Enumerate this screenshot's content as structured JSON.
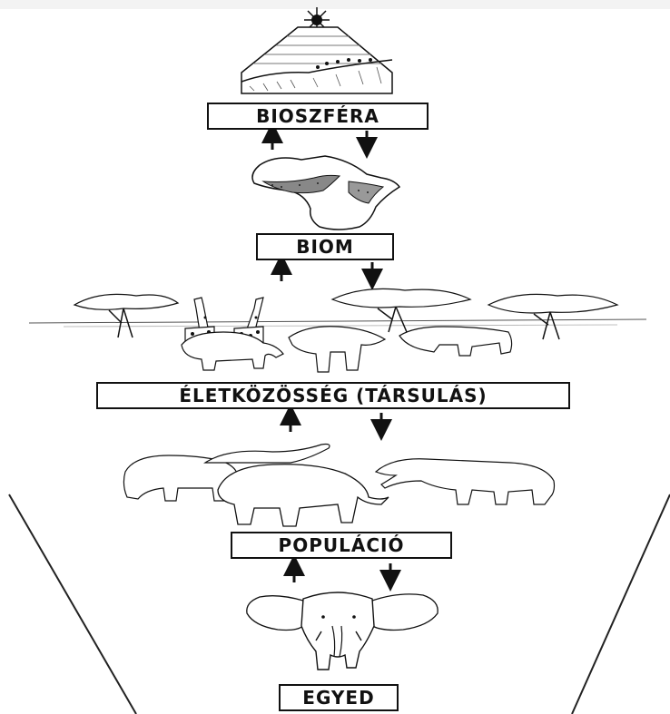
{
  "levels": {
    "biosphere": "BIOSZFÉRA",
    "biome": "BIOM",
    "community": "ÉLETKÖZÖSSÉG (TÁRSULÁS)",
    "population": "POPULÁCIÓ",
    "individual": "EGYED"
  },
  "icons": {
    "arrows": [
      "arrow-up-icon",
      "arrow-down-icon"
    ],
    "sun": "sun-icon",
    "earth_section": "earth-cross-section-icon",
    "africa_map": "africa-map-icon",
    "savanna": "savanna-scene-icon",
    "elephant": "elephant-icon",
    "giraffe": "giraffe-icon",
    "acacia": "acacia-tree-icon"
  },
  "colors": {
    "ink": "#111111",
    "background": "#ffffff"
  }
}
